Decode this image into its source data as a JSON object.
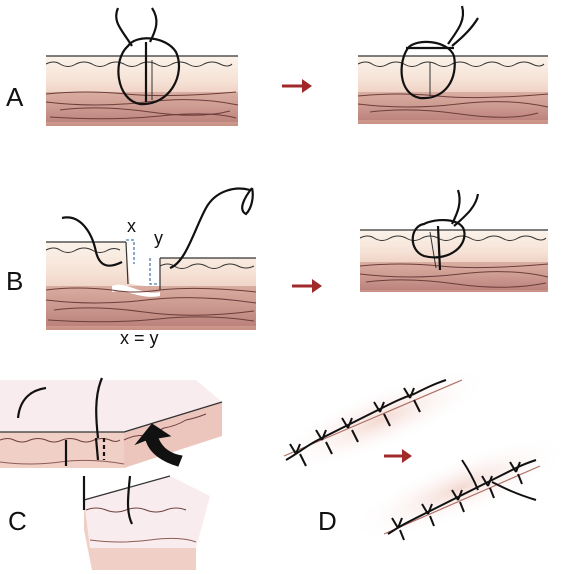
{
  "panels": {
    "a": {
      "label": "A"
    },
    "b": {
      "label": "B",
      "x_mark": "x",
      "y_mark": "y",
      "equation": "x = y"
    },
    "c": {
      "label": "C"
    },
    "d": {
      "label": "D"
    }
  },
  "colors": {
    "epidermis": "#fbf3ea",
    "dermis": "#f0d2c4",
    "deep_tissue": "#c99084",
    "suture": "#111111",
    "arrow": "#a02a2a",
    "guide_dashed": "#4b7fb0"
  },
  "icons": [
    "right-arrow-icon",
    "up-arrow-icon"
  ]
}
